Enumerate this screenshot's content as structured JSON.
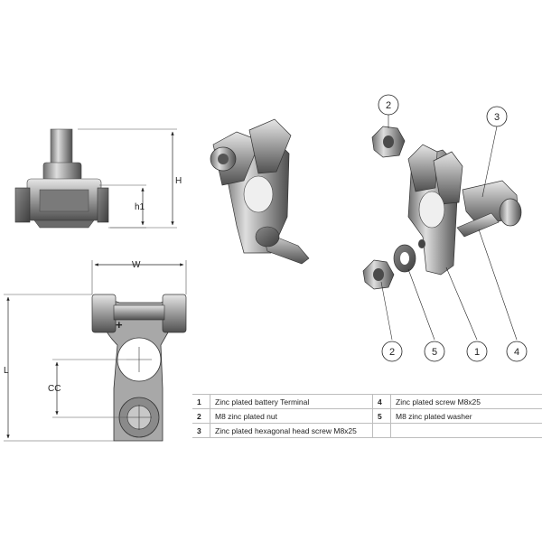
{
  "dimensions": {
    "height": "H",
    "height1": "h1",
    "width": "W",
    "length": "L",
    "center_distance": "CC"
  },
  "callouts": {
    "nut_top": "2",
    "screw_head": "3",
    "nut_bottom": "2",
    "washer": "5",
    "terminal": "1",
    "screw_side": "4"
  },
  "polarity_mark": "+",
  "parts": {
    "rows": [
      [
        {
          "num": "1",
          "desc": "Zinc plated battery Terminal"
        },
        {
          "num": "4",
          "desc": "Zinc plated screw M8x25"
        }
      ],
      [
        {
          "num": "2",
          "desc": "M8 zinc plated nut"
        },
        {
          "num": "5",
          "desc": "M8 zinc plated washer"
        }
      ],
      [
        {
          "num": "3",
          "desc": "Zinc plated hexagonal head screw M8x25"
        },
        {
          "num": "",
          "desc": ""
        }
      ]
    ]
  },
  "colors": {
    "metal_light": "#d9d9d9",
    "metal_mid": "#a6a6a6",
    "metal_dark": "#5f5f5f",
    "line": "#222222"
  }
}
